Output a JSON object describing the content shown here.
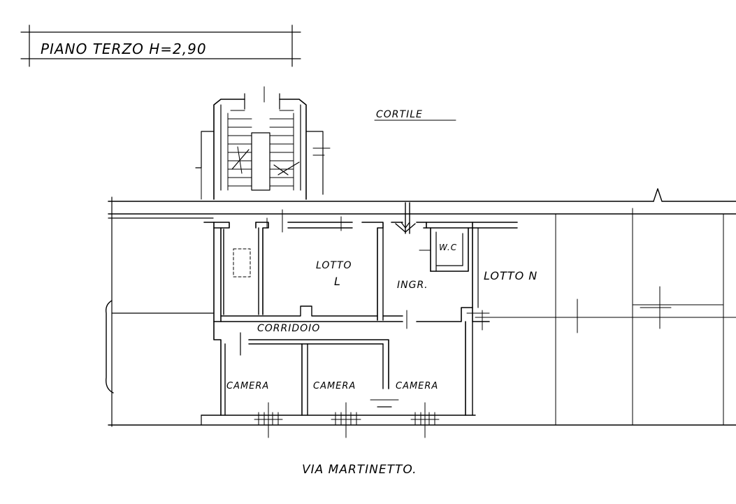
{
  "title": "PIANO TERZO H=2,90",
  "labels": {
    "courtyard": "CORTILE",
    "lot_l": "LOTTO",
    "lot_l_letter": "L",
    "entrance": "INGR.",
    "wc": "W.C",
    "lot_n": "LOTTO N",
    "corridor": "CORRIDOIO",
    "room_1": "CAMERA",
    "room_2": "CAMERA",
    "room_3": "CAMERA",
    "street": "VIA MARTINETTO."
  }
}
